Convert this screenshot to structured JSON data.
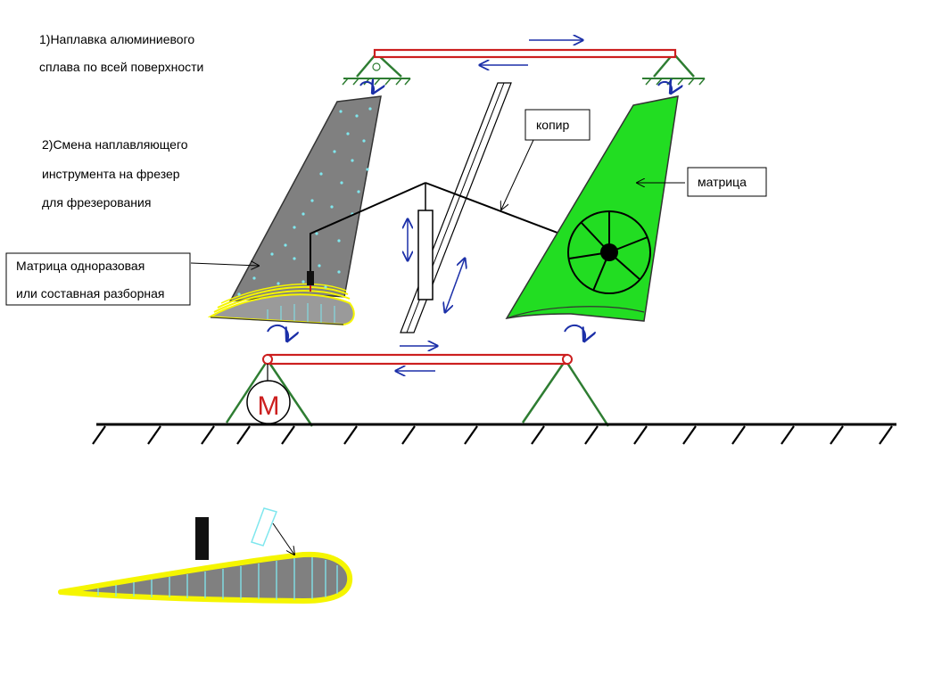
{
  "notes": {
    "step1_line1": "1)Наплавка алюминиевого",
    "step1_line2": "сплава по всей поверхности",
    "step2_line1": "2)Смена наплавляющего",
    "step2_line2": "инструмента на фрезер",
    "step2_line3": "для фрезерования"
  },
  "labels": {
    "kopir": "копир",
    "matritsa": "матрица",
    "matrix_box_line1": "Матрица одноразовая",
    "matrix_box_line2": "или составная разборная",
    "motor": "M"
  },
  "colors": {
    "frame_green": "#2e7d32",
    "rail_red": "#cc1f1f",
    "arrow_blue": "#1b2fa8",
    "matrix_green": "#22dd22",
    "blade_gray": "#808080",
    "surfacing_yellow": "#f5f500",
    "cyan_dots": "#7fe7ee"
  }
}
